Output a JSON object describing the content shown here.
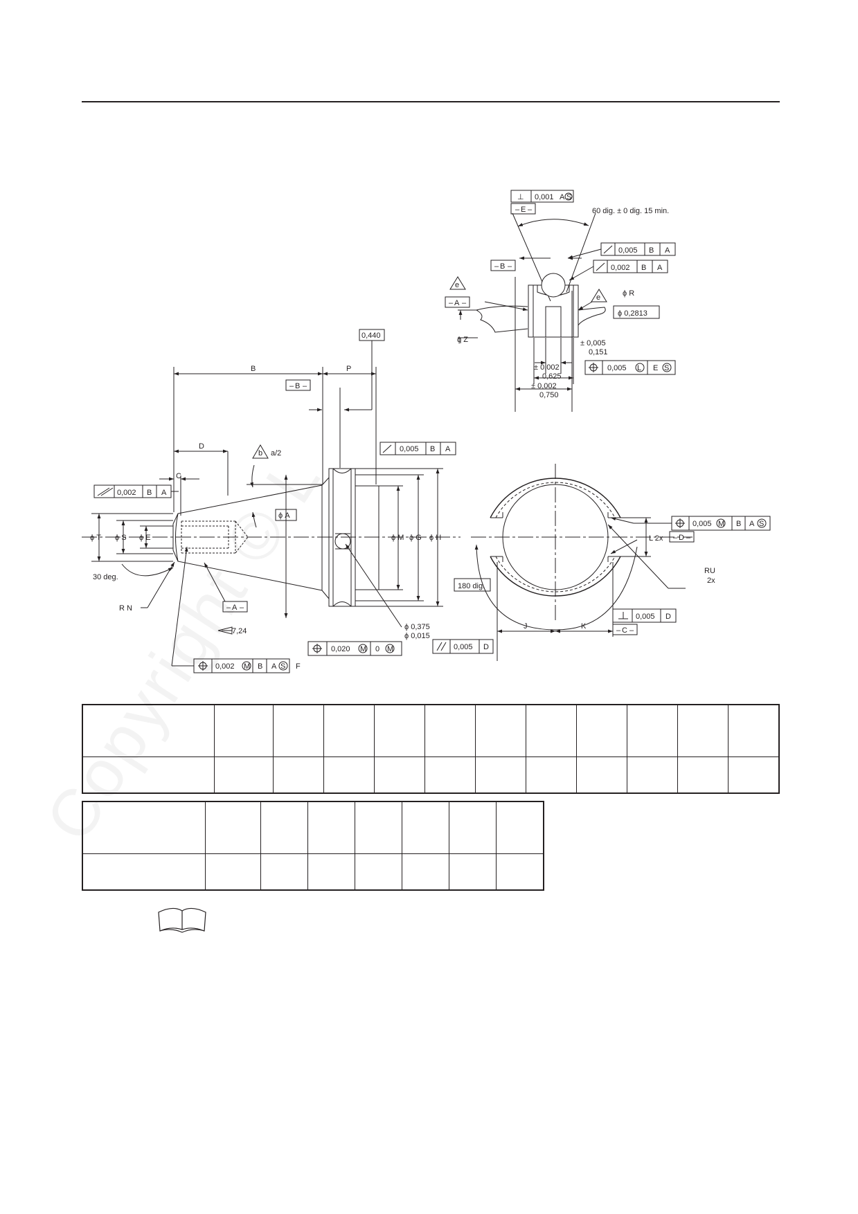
{
  "watermark": "Copyright © L",
  "side_view": {
    "fcf_perp_E": {
      "symbol": "⊥",
      "value": "0,001",
      "datum": "A",
      "modifier": "S"
    },
    "datum_E": "E",
    "angle_note": "60 dig. ± 0 dig. 15 min.",
    "fcf_runout_1": {
      "value": "0,005",
      "datums": [
        "B",
        "A"
      ]
    },
    "fcf_runout_2": {
      "value": "0,002",
      "datums": [
        "B",
        "A"
      ]
    },
    "datum_B": "B",
    "datum_A": "A",
    "note_e_1": "e",
    "note_e_2": "e",
    "phi_R": "ϕ R",
    "phi_0_2813": "ϕ 0,2813",
    "phi_Z": "ϕ Z",
    "tol_151": "± 0,005",
    "val_151": "0,151",
    "tol_625": "± 0,002",
    "val_625": "0,625",
    "tol_750": "± 0,002",
    "val_750": "0,750",
    "fcf_pos_E": {
      "symbol": "⌖",
      "value": "0,005",
      "modifier": "L",
      "datum": "E",
      "datum_modifier": "S"
    }
  },
  "front_view": {
    "dim_B": "B",
    "datum_B": "B",
    "dim_P": "P",
    "box_0_440": "0,440",
    "dim_D": "D",
    "dim_C": "C",
    "note_b": "b",
    "a_half": "a/2",
    "fcf_total_runout": {
      "value": "0,002",
      "datums": [
        "B",
        "A"
      ]
    },
    "fcf_runout_right": {
      "value": "0,005",
      "datums": [
        "B",
        "A"
      ]
    },
    "phi_A": "ϕ A",
    "phi_T": "ϕ T",
    "phi_S": "ϕ S",
    "phi_E": "ϕ E",
    "phi_M": "ϕ M",
    "phi_G": "ϕ G",
    "phi_H": "ϕ H",
    "angle_30": "30 deg.",
    "R_N": "R  N",
    "datum_A": "A",
    "taper": "7,24",
    "hole_375": "ϕ 0,375",
    "hole_015": "ϕ 0,015",
    "fcf_pos_hole": {
      "value": "0,020",
      "modifier": "M",
      "datum": "0",
      "datum_modifier": "M"
    },
    "fcf_pos_F": {
      "value": "0,002",
      "modifier": "M",
      "datums": [
        "B",
        "A"
      ],
      "datum_modifier": "S",
      "tail": "F"
    }
  },
  "end_view": {
    "fcf_pos_D": {
      "value": "0,005",
      "modifier": "M",
      "datums": [
        "B",
        "A"
      ],
      "datum_modifier": "S"
    },
    "L_2x": "L 2x",
    "datum_D": "D",
    "RU": "RU",
    "RU_2x": "2x",
    "angle_180": "180 dig.",
    "dim_J": "J",
    "dim_K": "K",
    "fcf_perp_D": {
      "value": "0,005",
      "datum": "D"
    },
    "datum_C": "C",
    "fcf_parallel": {
      "value": "0,005",
      "datum": "D"
    }
  },
  "book_icon": "open-book-icon"
}
